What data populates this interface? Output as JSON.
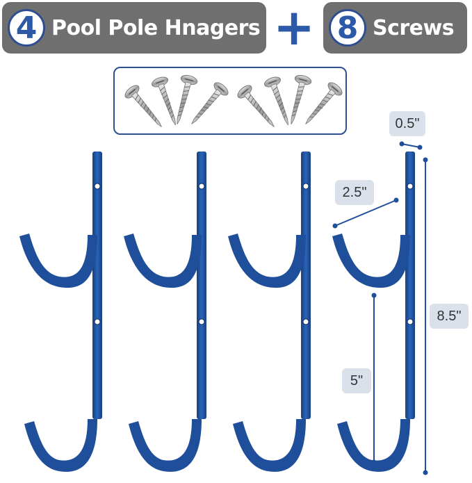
{
  "header": {
    "left_number": "4",
    "left_text": "Pool Pole Hnagers",
    "plus_symbol": "+",
    "right_number": "8",
    "right_text": "Screws"
  },
  "dimensions": {
    "thickness": "0.5\"",
    "depth": "2.5\"",
    "total_height": "8.5\"",
    "gap": "5\""
  },
  "colors": {
    "hanger_blue": "#1f4f9a",
    "banner_gray": "#6f6f6f",
    "accent_blue": "#2c5aa8",
    "label_bg": "#dbe1ea"
  },
  "counts": {
    "hangers": 4,
    "screws": 8
  }
}
